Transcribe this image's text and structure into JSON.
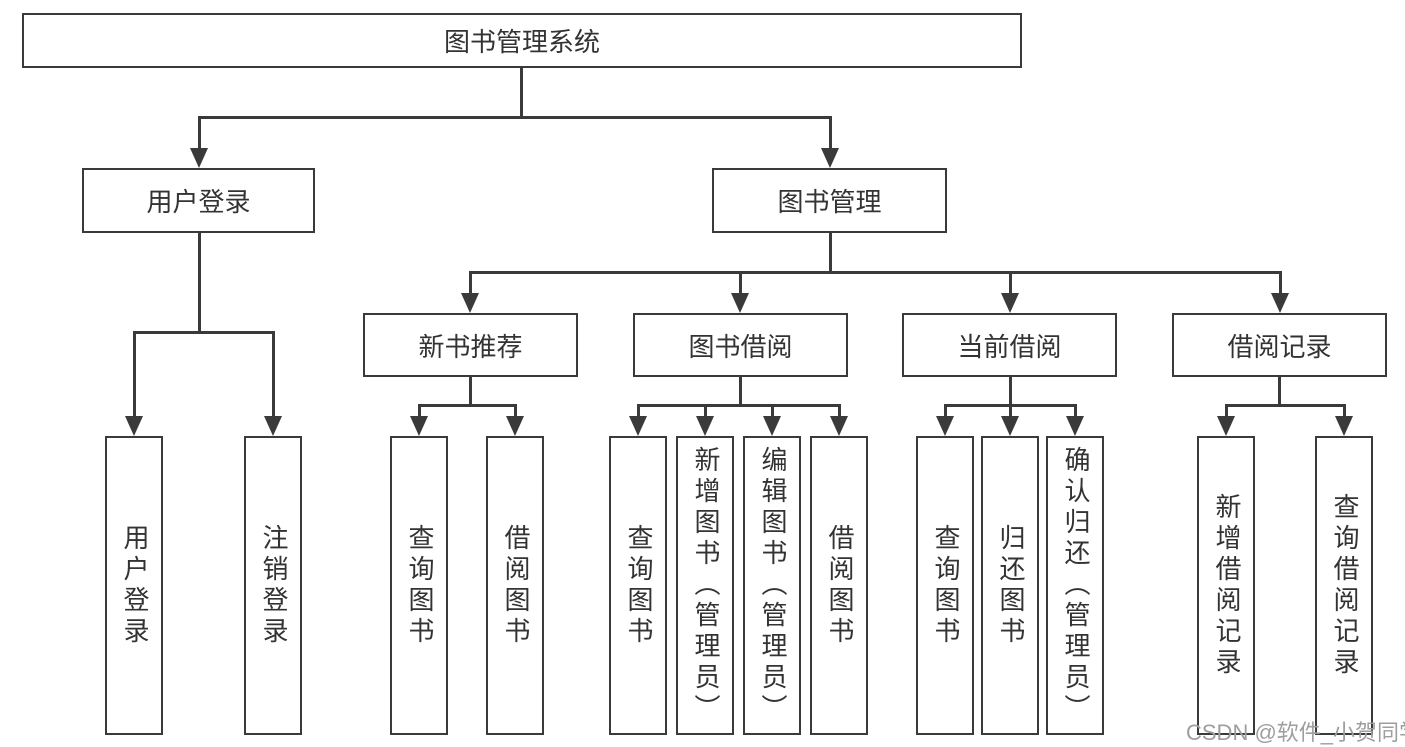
{
  "diagram": {
    "root": {
      "label": "图书管理系统"
    },
    "level1": [
      {
        "label": "用户登录",
        "children": [
          {
            "label": "用户登录"
          },
          {
            "label": "注销登录"
          }
        ]
      },
      {
        "label": "图书管理",
        "children": [
          {
            "label": "新书推荐",
            "children": [
              {
                "label": "查询图书"
              },
              {
                "label": "借阅图书"
              }
            ]
          },
          {
            "label": "图书借阅",
            "children": [
              {
                "label": "查询图书"
              },
              {
                "label": "新增图书（管理员）"
              },
              {
                "label": "编辑图书（管理员）"
              },
              {
                "label": "借阅图书"
              }
            ]
          },
          {
            "label": "当前借阅",
            "children": [
              {
                "label": "查询图书"
              },
              {
                "label": "归还图书"
              },
              {
                "label": "确认归还（管理员）"
              }
            ]
          },
          {
            "label": "借阅记录",
            "children": [
              {
                "label": "新增借阅记录"
              },
              {
                "label": "查询借阅记录"
              }
            ]
          }
        ]
      }
    ]
  },
  "colors": {
    "line": "#3a3a3a",
    "text": "#333333",
    "watermark_text": "#9e9e9e",
    "background": "#ffffff"
  },
  "watermark": {
    "text": "CSDN @软件_小贺同学"
  }
}
